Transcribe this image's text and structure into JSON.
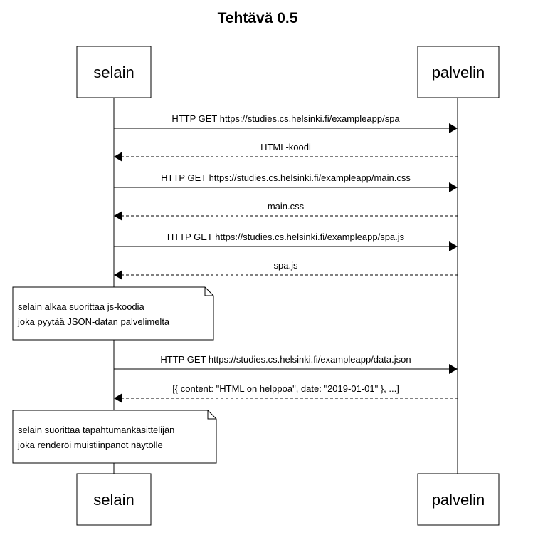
{
  "diagram": {
    "title": "Tehtävä 0.5",
    "participants": [
      {
        "id": "selain",
        "label": "selain"
      },
      {
        "id": "palvelin",
        "label": "palvelin"
      }
    ],
    "events": [
      {
        "kind": "message",
        "from": "selain",
        "to": "palvelin",
        "style": "solid",
        "label": "HTTP GET https://studies.cs.helsinki.fi/exampleapp/spa"
      },
      {
        "kind": "message",
        "from": "palvelin",
        "to": "selain",
        "style": "dashed",
        "label": "HTML-koodi"
      },
      {
        "kind": "message",
        "from": "selain",
        "to": "palvelin",
        "style": "solid",
        "label": "HTTP GET https://studies.cs.helsinki.fi/exampleapp/main.css"
      },
      {
        "kind": "message",
        "from": "palvelin",
        "to": "selain",
        "style": "dashed",
        "label": "main.css"
      },
      {
        "kind": "message",
        "from": "selain",
        "to": "palvelin",
        "style": "solid",
        "label": "HTTP GET https://studies.cs.helsinki.fi/exampleapp/spa.js"
      },
      {
        "kind": "message",
        "from": "palvelin",
        "to": "selain",
        "style": "dashed",
        "label": "spa.js"
      },
      {
        "kind": "note",
        "over": "selain",
        "lines": [
          "selain alkaa suorittaa js-koodia",
          "joka pyytää JSON-datan palvelimelta"
        ]
      },
      {
        "kind": "message",
        "from": "selain",
        "to": "palvelin",
        "style": "solid",
        "label": "HTTP GET https://studies.cs.helsinki.fi/exampleapp/data.json"
      },
      {
        "kind": "message",
        "from": "palvelin",
        "to": "selain",
        "style": "dashed",
        "label": "[{ content: \"HTML on helppoa\", date: \"2019-01-01\" }, ...]"
      },
      {
        "kind": "note",
        "over": "selain",
        "lines": [
          "selain suorittaa tapahtumankäsittelijän",
          "joka renderöi muistiinpanot näytölle"
        ]
      }
    ]
  }
}
